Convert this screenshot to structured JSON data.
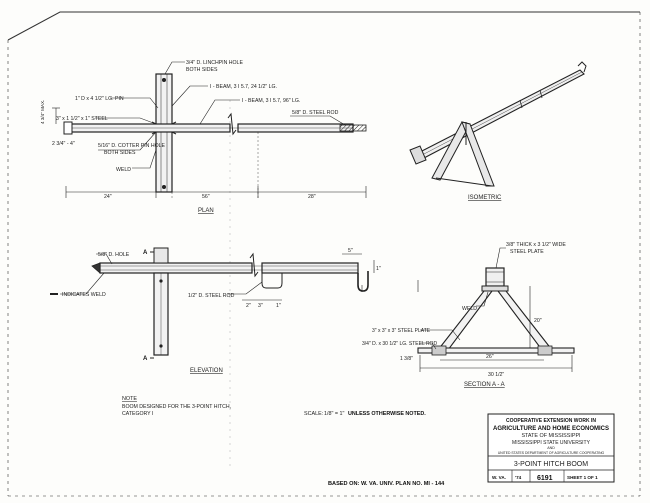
{
  "labels": {
    "linchpin_hole": "3/4\" D. LINCHPIN HOLE",
    "both_sides_1": "BOTH SIDES",
    "pin": "1\" D x 4 1/2\" LG. PIN",
    "ibeam_short": "I - BEAM, 3 I 5.7, 24 1/2\" LG.",
    "ibeam_long": "I - BEAM, 3 I 5.7, 96\" LG.",
    "steel_rod_plan": "5/8\" D. STEEL ROD",
    "max_dim": "4 3/4\" MAX.",
    "steel_bar": "3\" x 1 1/2\" x 1\" STEEL",
    "cotter_pin": "5/16\" D. COTTER PIN HOLE",
    "both_sides_2": "BOTH SIDES",
    "dim_left_small": "2 3/4\" - 4\"",
    "weld": "WELD",
    "dim_24": "24\"",
    "dim_56": "56\"",
    "dim_28": "28\"",
    "plan": "PLAN",
    "isometric": "ISOMETRIC",
    "hole": "5/8\" D. HOLE",
    "indicates_weld": "INDICATES WELD",
    "section_marker_a": "A",
    "steel_rod_elev": "1/2\" D. STEEL ROD",
    "dim_2": "2\"",
    "dim_3": "3\"",
    "dim_1": "1\"",
    "dim_5": "5\"",
    "elevation": "ELEVATION",
    "plate_thick": "3/8\" THICK x 3 1/2\" WIDE",
    "steel_plate": "STEEL PLATE",
    "weld_sec": "WELD",
    "dim_20": "20\"",
    "angle_plate": "3\" x 3\" x 3\" STEEL PLATE",
    "rod_30": "3/4\" D. x 30 1/2\" LG. STEEL ROD",
    "dim_26": "26\"",
    "dim_30": "30 1/2\"",
    "dim_1_3_8": "1 3/8\"",
    "section_aa": "SECTION A - A",
    "note_title": "NOTE",
    "note_line1": "BOOM DESIGNED FOR THE 3-POINT HITCH,",
    "note_line2": "CATEGORY I",
    "scale_label": "SCALE:",
    "scale_value": "1/8\" = 1\"",
    "scale_note": "UNLESS OTHERWISE NOTED.",
    "based_on": "BASED ON: W. VA. UNIV. PLAN NO. MI - 144",
    "tb_line1": "COOPERATIVE EXTENSION WORK IN",
    "tb_line2": "AGRICULTURE AND HOME ECONOMICS",
    "tb_line3": "STATE OF MISSISSIPPI",
    "tb_line4": "MISSISSIPPI STATE UNIVERSITY",
    "tb_line5": "AND",
    "tb_line6": "UNITED STATES DEPARTMENT OF AGRICULTURE COOPERATING",
    "tb_title": "3-POINT HITCH BOOM",
    "tb_state": "W. VA.",
    "tb_year": "'74",
    "tb_plan_no": "6191",
    "tb_sheet": "SHEET 1 OF 1"
  }
}
